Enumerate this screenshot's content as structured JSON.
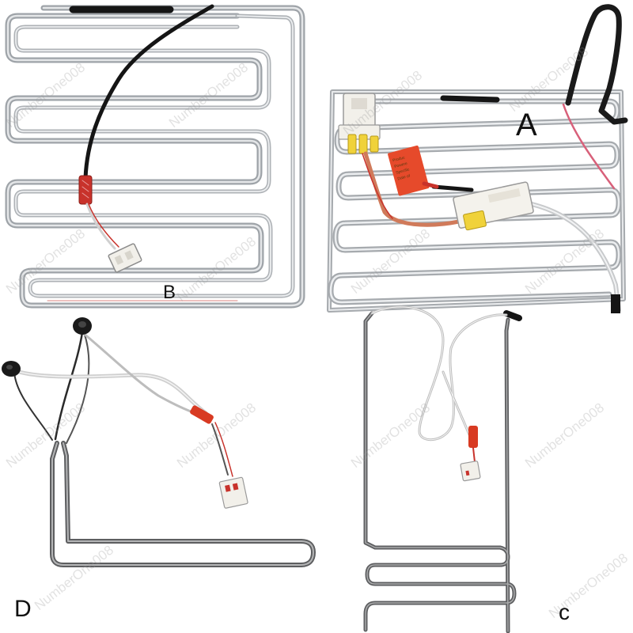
{
  "labels": {
    "a": "A",
    "b": "B",
    "c": "c",
    "d": "D"
  },
  "watermark": "NumberOne008",
  "colors": {
    "background": "#ffffff",
    "tube": "#b8bcc0",
    "dark_tube": "#6c6d6e",
    "black_wire": "#151515",
    "red_sleeve": "#c8322b",
    "connector": "#f2f0ea",
    "tag": "#e64a2b",
    "yellow": "#f0d23a"
  },
  "icons": {
    "a": "defrost-heater-with-connectors",
    "b": "coiled-heater-with-black-wire",
    "c": "narrow-heater-with-sensor",
    "d": "l-shaped-heater-with-sensors"
  }
}
